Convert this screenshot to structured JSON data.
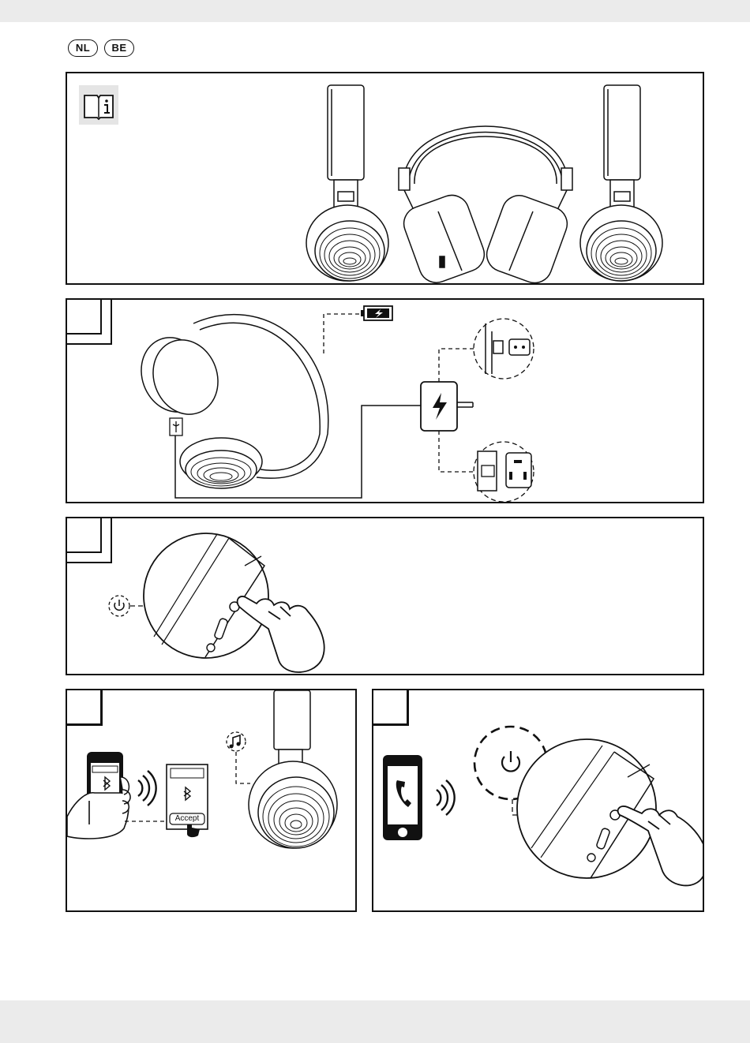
{
  "header": {
    "languages": [
      "NL",
      "BE"
    ]
  },
  "panels": {
    "overview": {
      "icon": "manual-info-icon"
    },
    "charging": {
      "icons": [
        "battery-charging-icon",
        "usb-icon",
        "charger-bolt-icon",
        "eu-plug-icon",
        "uk-plug-icon"
      ]
    },
    "power_on": {
      "icons": [
        "power-icon",
        "pointing-hand-icon"
      ]
    },
    "pairing": {
      "phone_icon": "bluetooth-icon",
      "dialog_button": "Accept",
      "icons": [
        "music-note-icon",
        "signal-waves-icon"
      ]
    },
    "call": {
      "icons": [
        "phone-call-icon",
        "power-icon",
        "signal-waves-icon"
      ]
    }
  }
}
